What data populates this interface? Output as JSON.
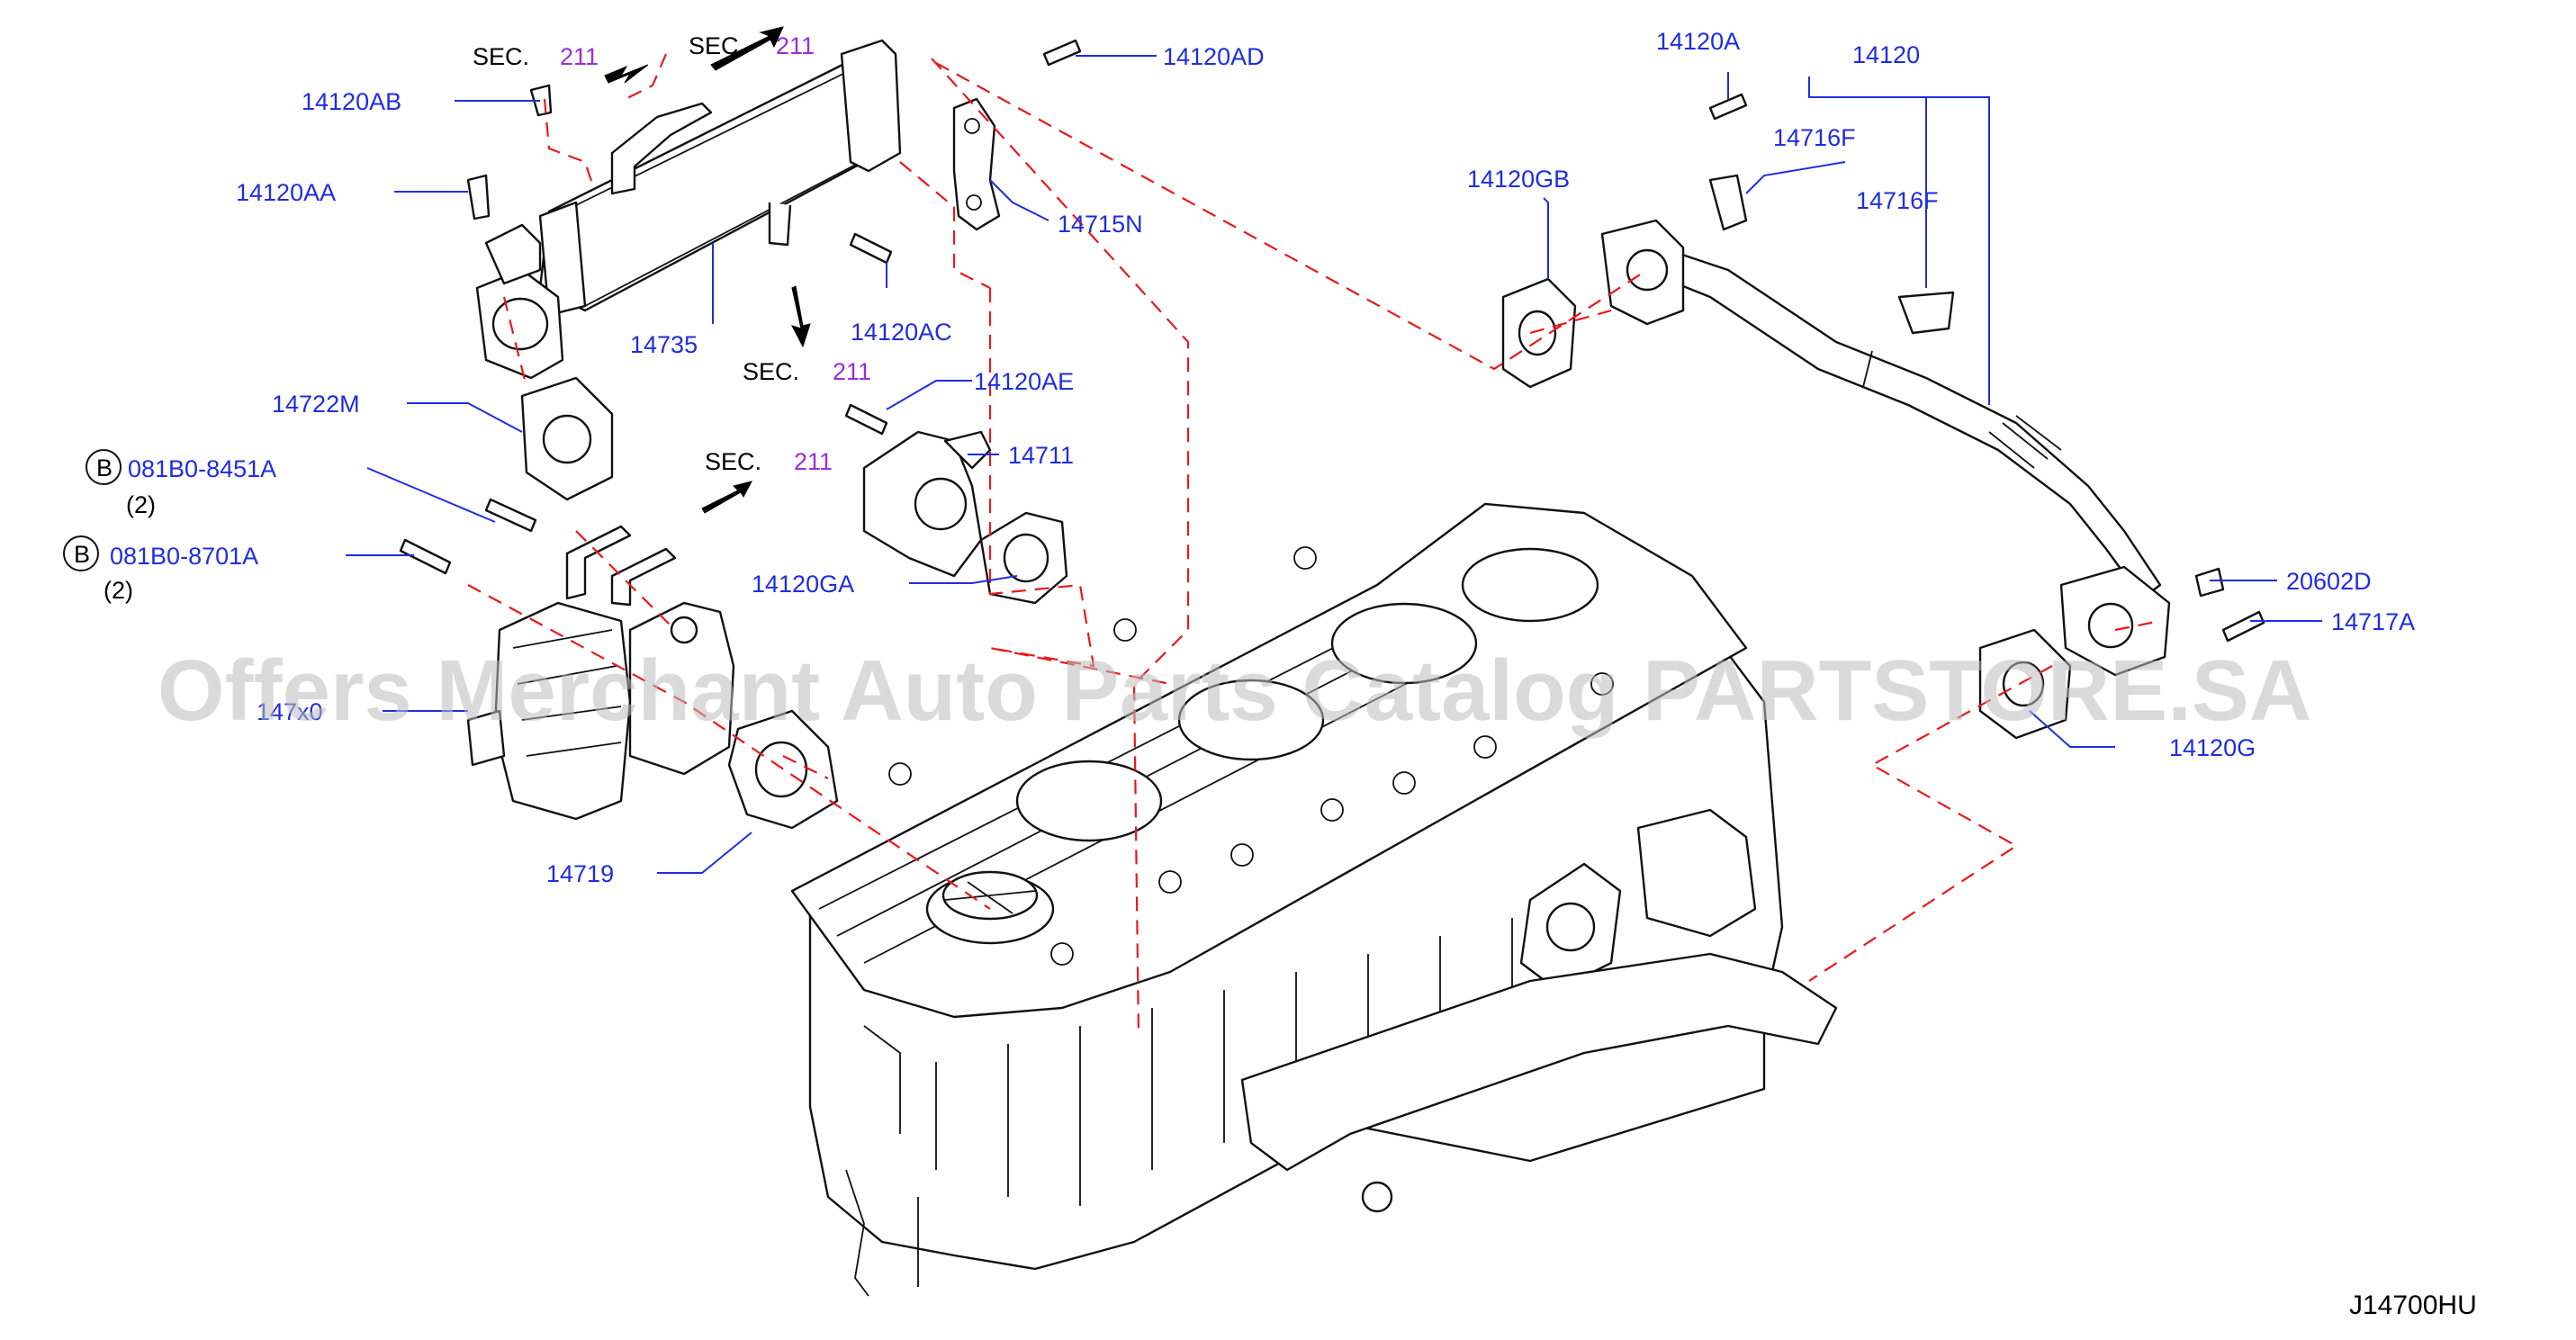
{
  "labels": {
    "p14120AB": "14120AB",
    "p14120AA": "14120AA",
    "p14722M": "14722M",
    "p081B0_8451A": "081B0-8451A",
    "p081B0_8701A": "081B0-8701A",
    "p147x0": "147x0",
    "p14719": "14719",
    "p14735": "14735",
    "p14120AD": "14120AD",
    "p14715N": "14715N",
    "p14120AC": "14120AC",
    "p14120AE": "14120AE",
    "p14711": "14711",
    "p14120GA": "14120GA",
    "p14120A": "14120A",
    "p14120": "14120",
    "p14716F_a": "14716F",
    "p14716F_b": "14716F",
    "p14120GB": "14120GB",
    "p20602D": "20602D",
    "p14717A": "14717A",
    "p14120G": "14120G"
  },
  "bolt_prefix": "B",
  "quantities": {
    "q1": "(2)",
    "q2": "(2)"
  },
  "sections": {
    "sec_word": "SEC.",
    "sec_number": "211"
  },
  "diagram_code": "J14700HU",
  "watermark": "Offers Merchant Auto Parts Catalog PARTSTORE.SA",
  "colors": {
    "part_number": "#1f2de0",
    "section_number": "#9a2dd6",
    "connector_dash": "#e8191e",
    "line_art": "#111111"
  }
}
